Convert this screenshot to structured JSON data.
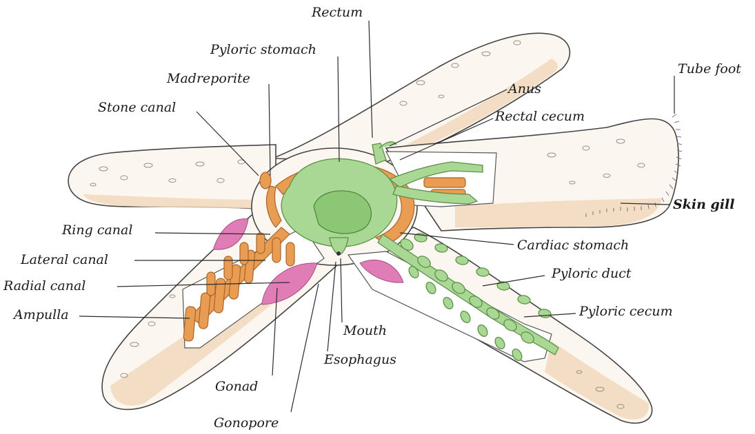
{
  "labels": {
    "rectum": "Rectum",
    "pyloric_stomach": "Pyloric stomach",
    "madreporite": "Madreporite",
    "stone_canal": "Stone canal",
    "tube_foot": "Tube foot",
    "anus": "Anus",
    "rectal_cecum": "Rectal cecum",
    "skin_gill": "Skin gill",
    "ring_canal": "Ring canal",
    "cardiac_stomach": "Cardiac stomach",
    "lateral_canal": "Lateral canal",
    "pyloric_duct": "Pyloric duct",
    "radial_canal": "Radial canal",
    "pyloric_cecum": "Pyloric cecum",
    "ampulla": "Ampulla",
    "mouth": "Mouth",
    "esophagus": "Esophagus",
    "gonad": "Gonad",
    "gonopore": "Gonopore"
  },
  "colors": {
    "digestive": "#a9d894",
    "water_vascular": "#e99d52",
    "gonad": "#e07cb6",
    "body": "#fbf6ef"
  }
}
